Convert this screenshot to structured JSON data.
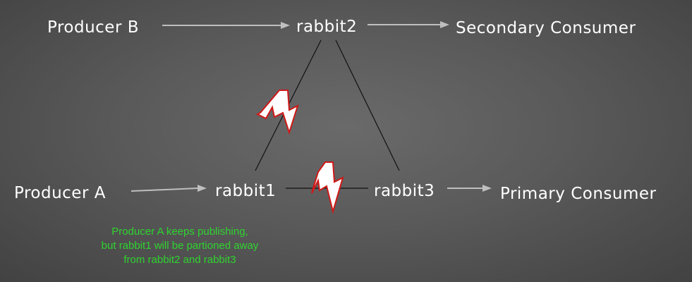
{
  "nodes": {
    "producer_b": "Producer B",
    "rabbit2": "rabbit2",
    "secondary_consumer": "Secondary Consumer",
    "producer_a": "Producer A",
    "rabbit1": "rabbit1",
    "rabbit3": "rabbit3",
    "primary_consumer": "Primary Consumer"
  },
  "note": {
    "line1": "Producer A keeps publishing,",
    "line2": "but rabbit1 will be partioned away",
    "line3": "from rabbit2 and rabbit3"
  },
  "colors": {
    "background": "#5a5a5a",
    "label": "#ffffff",
    "arrow": "#bfbfbf",
    "edge": "#111111",
    "bolt_fill": "#ffffff",
    "bolt_outline": "#d01818",
    "note_text": "#2fd42f"
  },
  "icons": {
    "partition_marker": "lightning-bolt-icon"
  }
}
